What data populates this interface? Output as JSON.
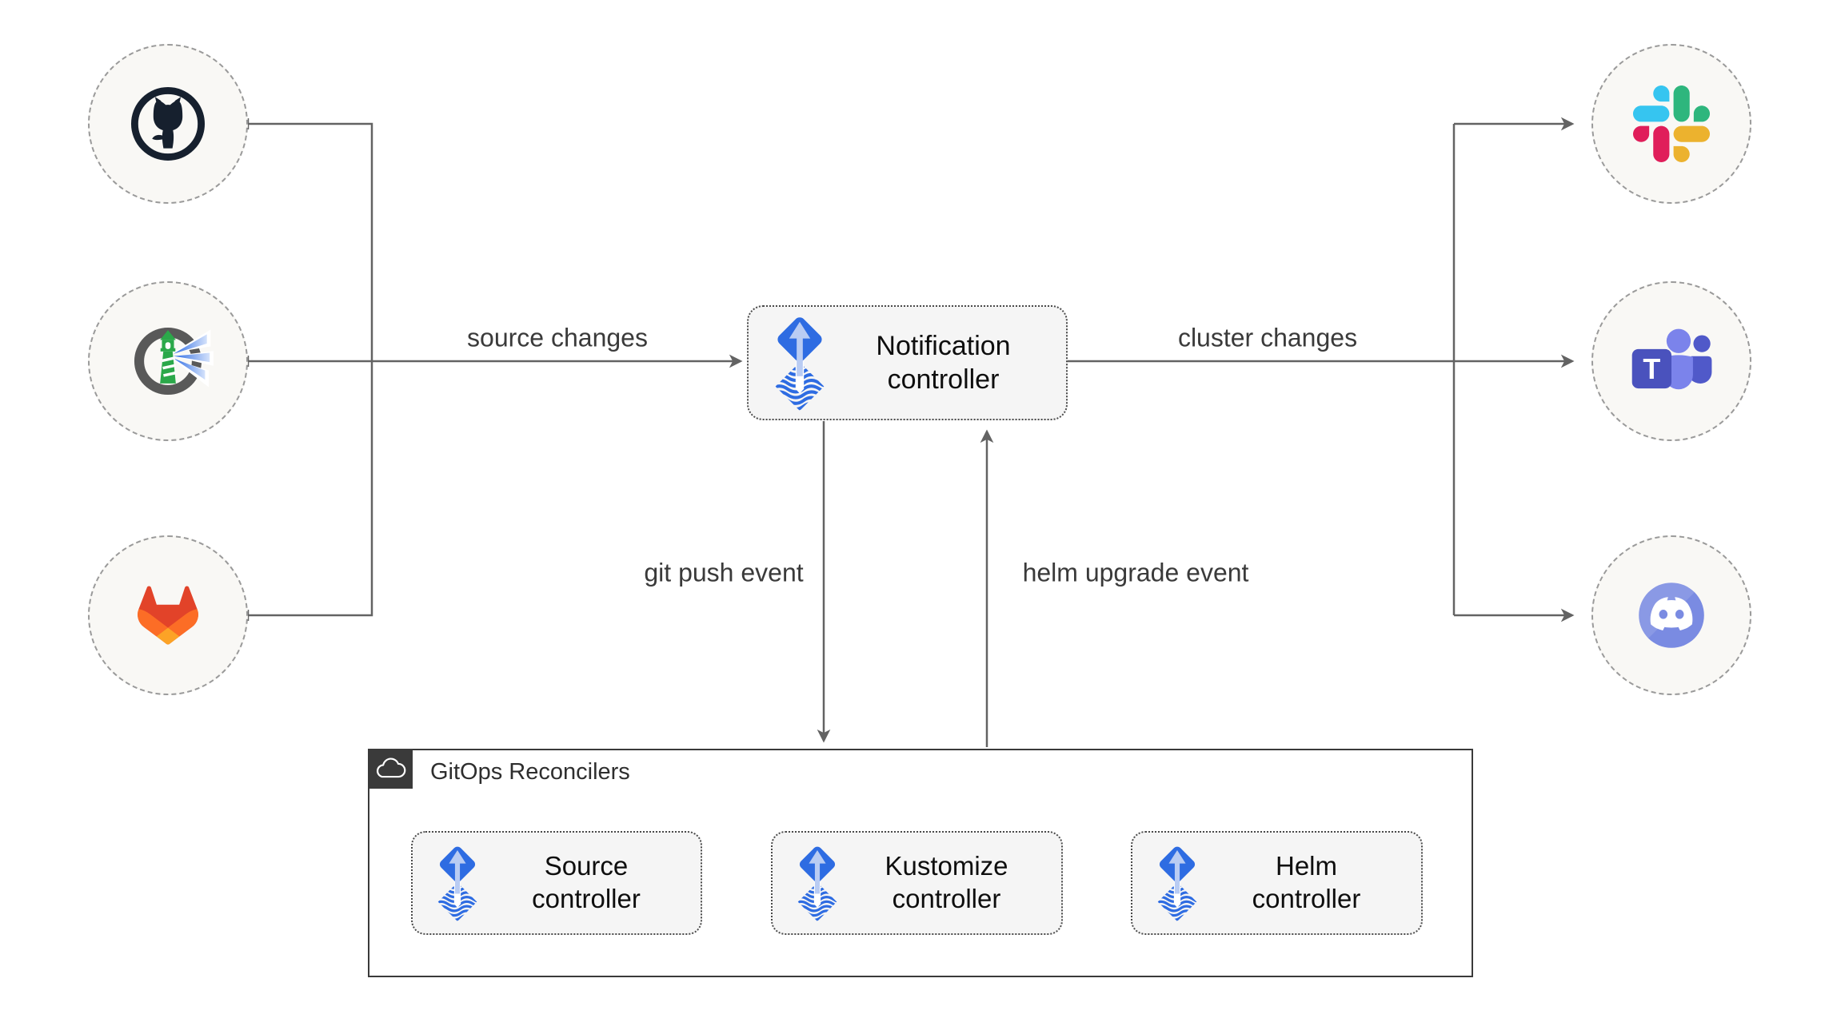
{
  "diagram": {
    "center_node": {
      "icon": "flux-icon",
      "label_line1": "Notification",
      "label_line2": "controller"
    },
    "source_nodes": [
      {
        "icon": "github-icon"
      },
      {
        "icon": "harbor-icon"
      },
      {
        "icon": "gitlab-icon"
      }
    ],
    "target_nodes": [
      {
        "icon": "slack-icon"
      },
      {
        "icon": "teams-icon"
      },
      {
        "icon": "discord-icon"
      }
    ],
    "edge_labels": {
      "source_changes": "source changes",
      "cluster_changes": "cluster changes",
      "git_push_event": "git push event",
      "helm_upgrade_event": "helm upgrade event"
    },
    "reconcilers": {
      "label": "GitOps Reconcilers",
      "corner_icon": "cloud-icon",
      "controllers": [
        {
          "icon": "flux-icon",
          "label_line1": "Source",
          "label_line2": "controller"
        },
        {
          "icon": "flux-icon",
          "label_line1": "Kustomize",
          "label_line2": "controller"
        },
        {
          "icon": "flux-icon",
          "label_line1": "Helm",
          "label_line2": "controller"
        }
      ]
    },
    "colors": {
      "flux_blue": "#2e6ce2",
      "flux_arrow_light": "#b9ccf3",
      "edge_gray": "#636363",
      "box_fill": "#f5f5f5",
      "box_border": "#4a4a4a",
      "circle_fill": "#f9f8f5",
      "circle_border": "#9a9a9a",
      "container_border": "#3a3a3a",
      "github_dark": "#16202e",
      "harbor_green": "#2ba84a",
      "harbor_gray": "#595959",
      "gitlab_red": "#e24329",
      "gitlab_orange": "#fc6d26",
      "gitlab_yellow": "#fca326",
      "slack_blue": "#36C5F0",
      "slack_green": "#2EB67D",
      "slack_yellow": "#ECB22E",
      "slack_red": "#E01E5A",
      "teams_dark": "#4a52bd",
      "teams_light": "#7b83eb",
      "teams_mid": "#5059c9",
      "discord_blurple": "#7a8be2"
    }
  }
}
